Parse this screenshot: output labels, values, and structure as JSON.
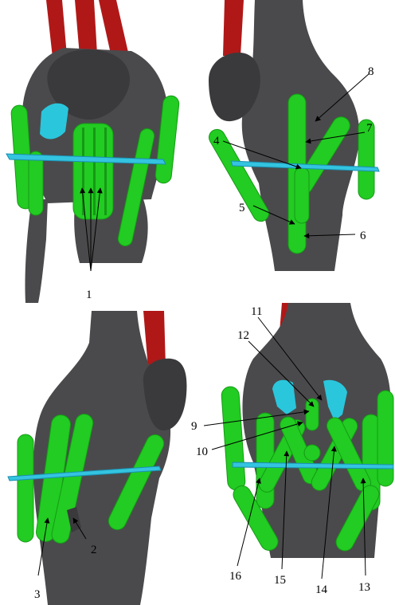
{
  "colors": {
    "bone": "#4a4a4c",
    "bone_dark": "#3a3a3c",
    "ligament": "#22cc22",
    "ligament_dark": "#159a15",
    "muscle": "#b01818",
    "meniscus": "#2ac6dc",
    "plane": "#33c4e0",
    "background": "#ffffff"
  },
  "labels": [
    "1",
    "2",
    "3",
    "4",
    "5",
    "6",
    "7",
    "8",
    "9",
    "10",
    "11",
    "12",
    "13",
    "14",
    "15",
    "16"
  ]
}
